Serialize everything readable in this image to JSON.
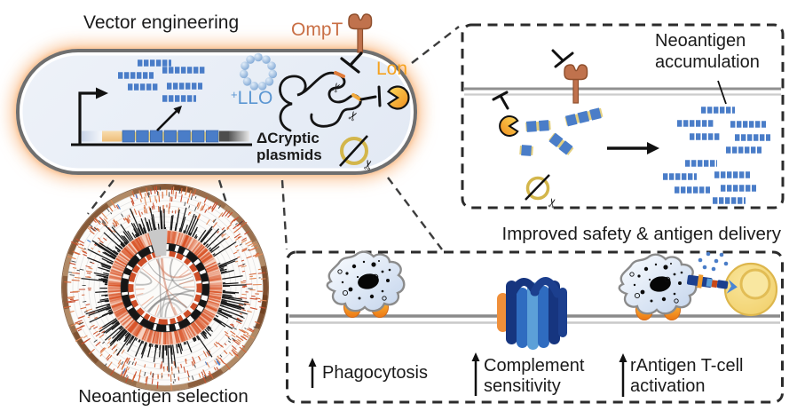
{
  "vector_engineering": {
    "title": "Vector engineering",
    "ompt_label": "OmpT",
    "lon_label": "Lon",
    "llo_plus": "+",
    "llo_name": "LLO",
    "cryptic_plasmids_label": "ΔCryptic plasmids"
  },
  "neoantigen_accumulation": {
    "label": "Neoantigen accumulation"
  },
  "neoantigen_selection": {
    "label": "Neoantigen selection"
  },
  "improved_safety": {
    "title": "Improved safety & antigen delivery",
    "items": [
      {
        "label": "Phagocytosis"
      },
      {
        "label": "Complement sensitivity"
      },
      {
        "label": "rAntigen T-cell activation"
      }
    ]
  },
  "icons": {
    "scissors": "✂",
    "names": [
      "ompt-receptor-icon",
      "lon-pacman-icon",
      "llo-ring-icon",
      "plasmid-ring-icon",
      "scissors-icon",
      "inhibition-tbar-icon",
      "promoter-arrow-icon",
      "up-arrow-icon",
      "macrophage-icon",
      "complement-pore-icon",
      "t-cell-icon",
      "neoantigen-peptide-icon",
      "circos-plot"
    ]
  },
  "colors": {
    "peptide_blue": "#4a7dc8",
    "llo_blue": "#5b96d2",
    "ompt_brown": "#c96f45",
    "lon_orange": "#f5a21f",
    "plasmid_gold": "#d3b64b",
    "cell_glow": "#f7a660",
    "cell_fill": "#e9eef6",
    "circos_red": "#d4542e"
  }
}
